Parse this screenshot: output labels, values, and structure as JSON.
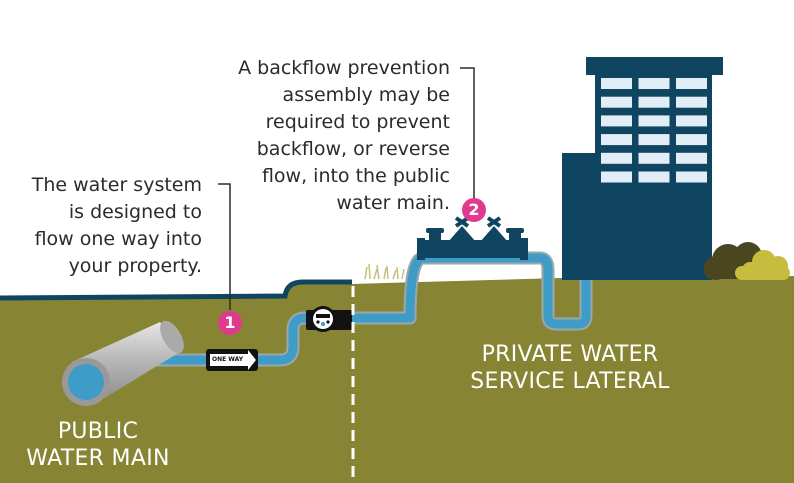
{
  "callouts": {
    "one": "The water system\nis designed to\nflow one way into\nyour property.",
    "two": "A backflow prevention\nassembly may be\nrequired to prevent\nbackflow, or reverse\nflow, into the public\nwater main."
  },
  "badges": {
    "one": "1",
    "two": "2"
  },
  "labels": {
    "public_main": "PUBLIC\nWATER MAIN",
    "private_lateral": "PRIVATE WATER\nSERVICE LATERAL",
    "one_way_sign": "ONE WAY"
  },
  "colors": {
    "ground": "#878533",
    "pipe": "#3e9cc6",
    "navy": "#0f4560",
    "badge": "#e03a8f",
    "window": "#e2eef7"
  }
}
